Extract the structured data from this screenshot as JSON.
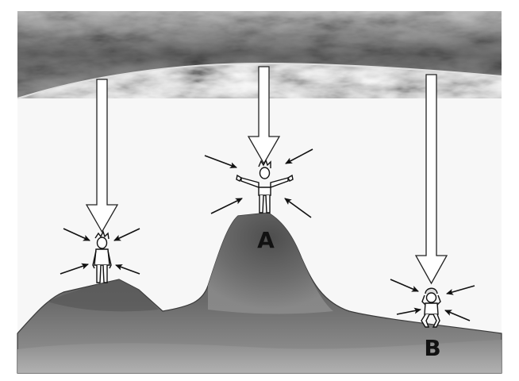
{
  "labels": {
    "a": "A",
    "b": "B"
  },
  "colors": {
    "sky_light": "#fafafa",
    "cloud_dark": "#5a5a5a",
    "terrain_dark": "#4a4a4a",
    "terrain_mid": "#7d7d7d",
    "outline": "#222222"
  },
  "figures": [
    {
      "id": "figure-left",
      "pose": "standing",
      "arms": "down"
    },
    {
      "id": "figure-a",
      "pose": "standing",
      "arms": "outstretched"
    },
    {
      "id": "figure-b",
      "pose": "crouching",
      "arms": "hands-on-head"
    }
  ]
}
